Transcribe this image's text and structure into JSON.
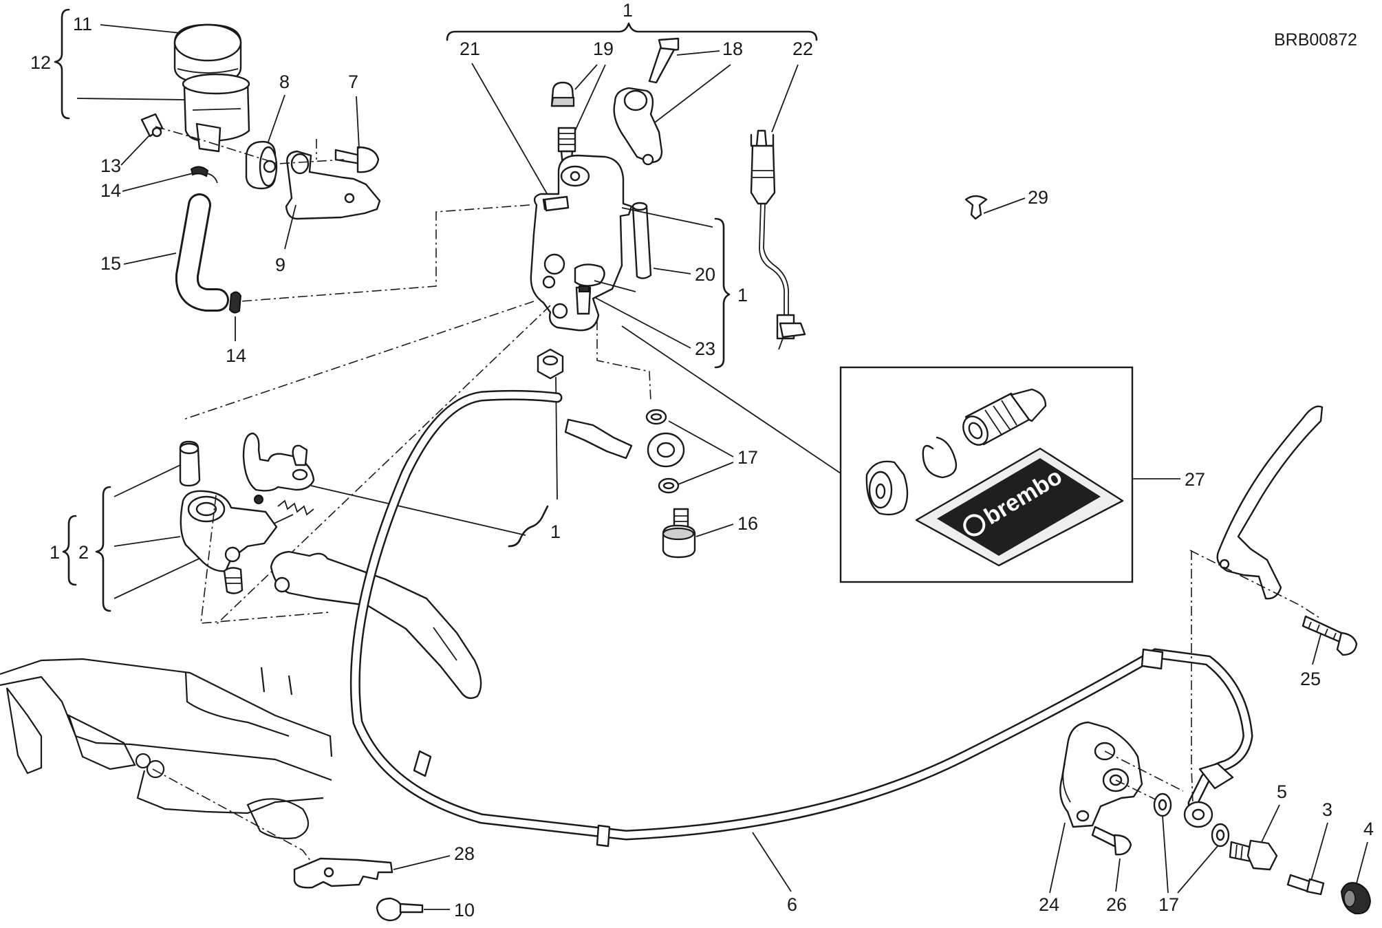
{
  "drawing_code": "BRB00872",
  "kit_brand": "brembo",
  "callouts": {
    "c1_top": "1",
    "c1_right": "1",
    "c1_mid": "1",
    "c1_left": "1",
    "c2": "2",
    "c3": "3",
    "c4": "4",
    "c5": "5",
    "c6": "6",
    "c7": "7",
    "c8": "8",
    "c9": "9",
    "c10": "10",
    "c11": "11",
    "c12": "12",
    "c13": "13",
    "c14_a": "14",
    "c14_b": "14",
    "c15": "15",
    "c16": "16",
    "c17_a": "17",
    "c17_b": "17",
    "c18": "18",
    "c19": "19",
    "c20": "20",
    "c21": "21",
    "c22": "22",
    "c23": "23",
    "c24": "24",
    "c25": "25",
    "c26": "26",
    "c27": "27",
    "c28": "28",
    "c29": "29"
  }
}
